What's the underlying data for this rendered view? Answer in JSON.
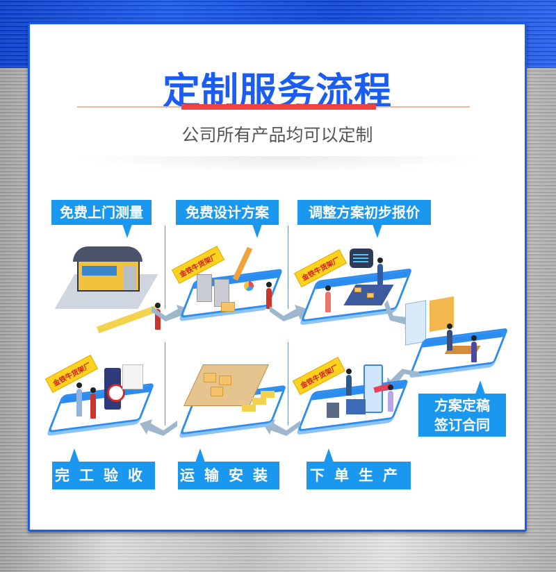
{
  "header": {
    "title": "定制服务流程",
    "subtitle": "公司所有产品均可以定制"
  },
  "brand_sign": "金铁牛货架厂",
  "colors": {
    "title_blue": "#1b5df0",
    "label_blue": "#1a98f0",
    "divider_red": "#f24141",
    "divider_peach": "#f4b59c",
    "card_border": "#1a5cf2"
  },
  "steps": [
    {
      "order": 1,
      "label": "免费上门测量",
      "icon": "warehouse-measure-icon"
    },
    {
      "order": 2,
      "label": "免费设计方案",
      "icon": "design-pencil-icon"
    },
    {
      "order": 3,
      "label": "调整方案初步报价",
      "icon": "quote-chat-icon"
    },
    {
      "order": 4,
      "label_line1": "方案定稿",
      "label_line2": "签订合同",
      "icon": "contract-desk-icon"
    },
    {
      "order": 5,
      "label": "下单生产",
      "icon": "production-machine-icon"
    },
    {
      "order": 6,
      "label": "运输安装",
      "icon": "warehouse-trucks-icon"
    },
    {
      "order": 7,
      "label": "完工验收",
      "icon": "handshake-clock-icon"
    }
  ]
}
